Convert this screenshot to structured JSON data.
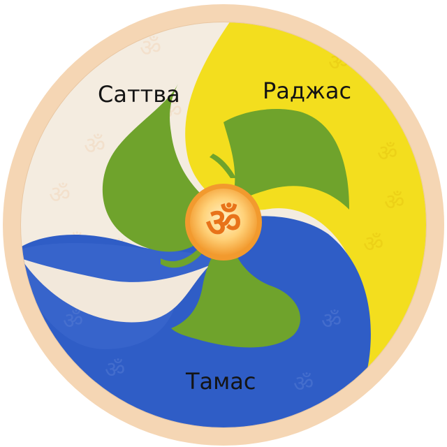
{
  "gunas": [
    {
      "label": "Саттва",
      "color": "#f4ece0"
    },
    {
      "label": "Раджас",
      "color": "#f3de1e"
    },
    {
      "label": "Тамас",
      "color": "#2f5dc6"
    }
  ],
  "colors": {
    "rim": "#f5d6b4",
    "leaf": "#6fa32c",
    "om_medallion": "#f29a2e",
    "om_glyph": "#e8731a",
    "label_text": "#141414"
  },
  "center_symbol": {
    "icon": "om-icon",
    "glyph": "ॐ"
  }
}
